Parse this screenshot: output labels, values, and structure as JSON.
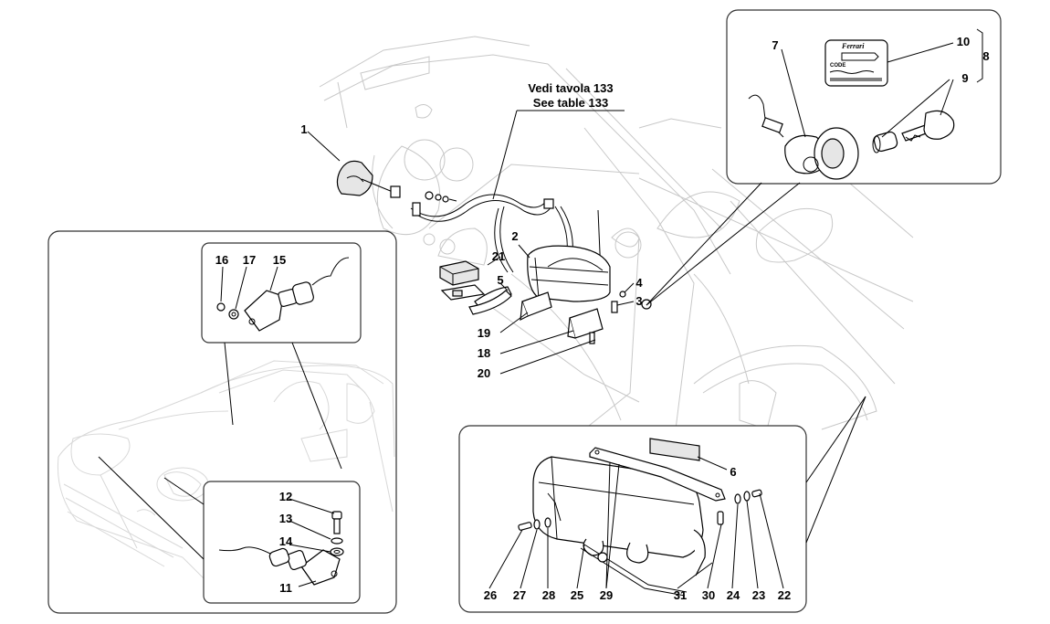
{
  "reference": {
    "line1": "Vedi tavola 133",
    "line2": "See table 133"
  },
  "key_tag": {
    "brand": "Ferrari",
    "code_label": "CODE"
  },
  "callouts": {
    "c1": "1",
    "c2": "2",
    "c3": "3",
    "c4": "4",
    "c5": "5",
    "c6": "6",
    "c7": "7",
    "c8": "8",
    "c9": "9",
    "c10": "10",
    "c11": "11",
    "c12": "12",
    "c13": "13",
    "c14": "14",
    "c15": "15",
    "c16": "16",
    "c17": "17",
    "c18": "18",
    "c19": "19",
    "c20": "20",
    "c21": "21",
    "c22": "22",
    "c23": "23",
    "c24": "24",
    "c25": "25",
    "c26": "26",
    "c27": "27",
    "c28": "28",
    "c29": "29",
    "c30": "30",
    "c31": "31"
  }
}
